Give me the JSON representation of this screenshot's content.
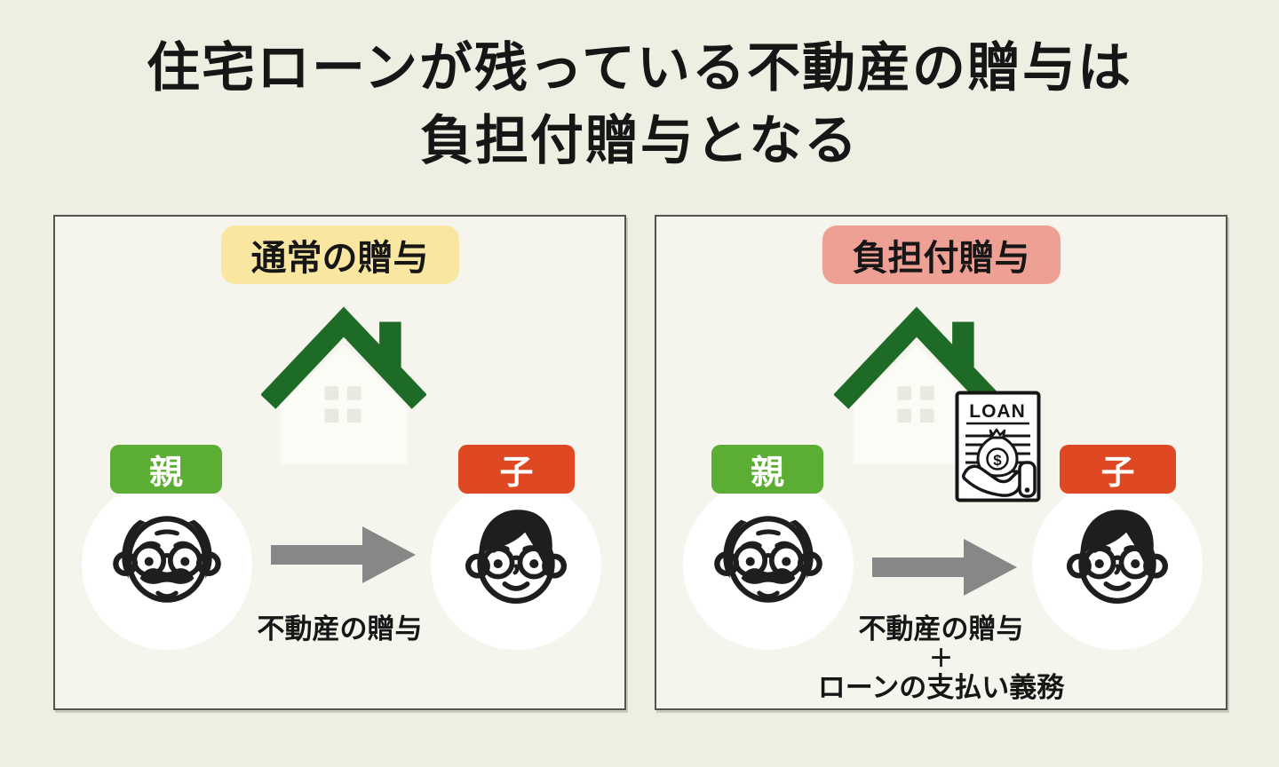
{
  "title": {
    "line1": "住宅ローンが残っている不動産の贈与は",
    "line2": "負担付贈与となる"
  },
  "panels": [
    {
      "badge_label": "通常の贈与",
      "parent_label": "親",
      "child_label": "子",
      "arrow_caption": "不動産の贈与"
    },
    {
      "badge_label": "負担付贈与",
      "parent_label": "親",
      "child_label": "子",
      "arrow_caption_line1": "不動産の贈与",
      "arrow_caption_plus": "＋",
      "arrow_caption_line2": "ローンの支払い義務",
      "loan_label": "LOAN",
      "money_symbol": "$"
    }
  ],
  "colors": {
    "background": "#EFEEE3",
    "panel_bg": "#F5F4ED",
    "panel_border": "#55544C",
    "badge_normal_bg": "#F9E7A1",
    "badge_burden_bg": "#EFA094",
    "parent_tag_bg": "#5CAD33",
    "child_tag_bg": "#DE4822",
    "tag_text": "#FFFFFF",
    "roof_green": "#1E6B28",
    "house_body": "#FCFCF7",
    "window": "#E9E8E1",
    "arrow_gray": "#878787",
    "text_black": "#161616",
    "circle_bg": "#FFFFFF"
  },
  "icons": {
    "house": "house-icon",
    "loan_document": "loan-document-icon",
    "money_bag": "money-bag-icon",
    "giving_hand": "hand-icon",
    "parent_face": "parent-face-icon",
    "child_face": "child-face-icon",
    "arrow": "arrow-right-icon"
  }
}
